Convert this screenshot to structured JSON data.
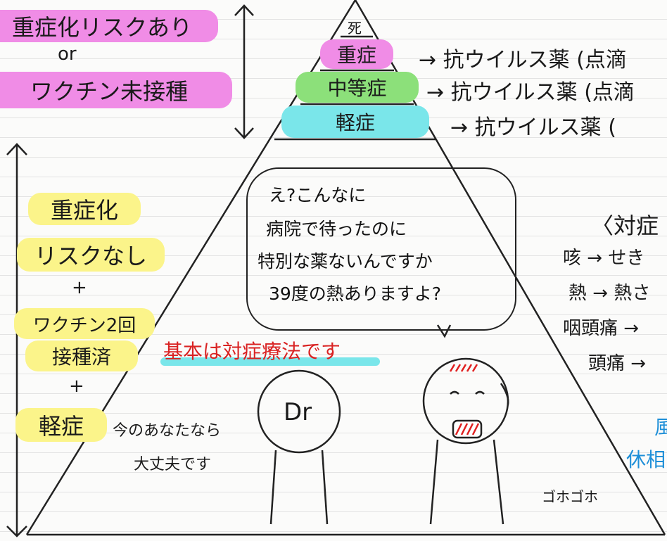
{
  "left_top": {
    "line1": "重症化リスクあり",
    "or": "or",
    "line2": "ワクチン未接種"
  },
  "pyramid": {
    "top": "死",
    "levels": [
      {
        "label": "重症",
        "treatment": "→ 抗ウイルス薬 (点滴"
      },
      {
        "label": "中等症",
        "treatment": "→ 抗ウイルス薬 (点滴"
      },
      {
        "label": "軽症",
        "treatment": "→ 抗ウイルス薬 ("
      }
    ]
  },
  "left_conditions": {
    "c1a": "重症化",
    "c1b": "リスクなし",
    "plus1": "+",
    "c2a": "ワクチン2回",
    "c2b": "接種済",
    "plus2": "+",
    "c3": "軽症"
  },
  "speech_bubble": {
    "lines": [
      "え?こんなに",
      "病院で待ったのに",
      "特別な薬ないんですか",
      "39度の熱ありますよ?"
    ]
  },
  "basic_policy": "基本は対症療法です",
  "doctor": {
    "label": "Dr",
    "speech_line1": "今のあなたなら",
    "speech_line2": "大丈夫です"
  },
  "patient_sound": "ゴホゴホ",
  "right_symptoms": {
    "title": "〈対症",
    "items": [
      "咳 → せき",
      "熱 → 熱さ",
      "咽頭痛 →",
      "頭痛 →"
    ]
  },
  "right_blue": {
    "line1": "風",
    "line2": "休相"
  },
  "colors": {
    "pink": "#f08ce6",
    "yellow": "#fbf48a",
    "green": "#8ce07a",
    "cyan": "#7ae6ea",
    "red_text": "#d92222",
    "blue_text": "#1e8fd8"
  }
}
